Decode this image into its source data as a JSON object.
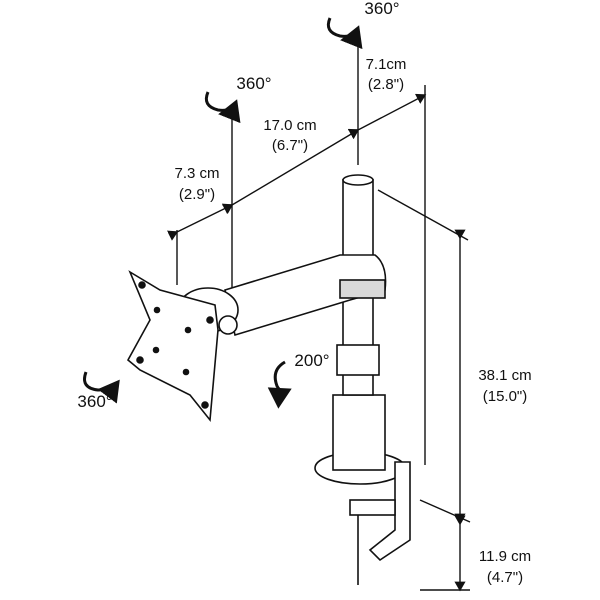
{
  "rotations": {
    "pole_top": "360°",
    "arm_joint": "360°",
    "tilt": "200°",
    "plate": "360°"
  },
  "dimensions": {
    "pole_offset": {
      "metric": "7.1cm",
      "imperial": "(2.8\")"
    },
    "arm_long": {
      "metric": "17.0 cm",
      "imperial": "(6.7\")"
    },
    "arm_short": {
      "metric": "7.3 cm",
      "imperial": "(2.9\")"
    },
    "pole_height": {
      "metric": "38.1 cm",
      "imperial": "(15.0\")"
    },
    "clamp_range": {
      "metric": "11.9 cm",
      "imperial": "(4.7\")"
    }
  },
  "colors": {
    "line": "#111111",
    "fill": "#ffffff",
    "shade": "#d9d9d9"
  }
}
